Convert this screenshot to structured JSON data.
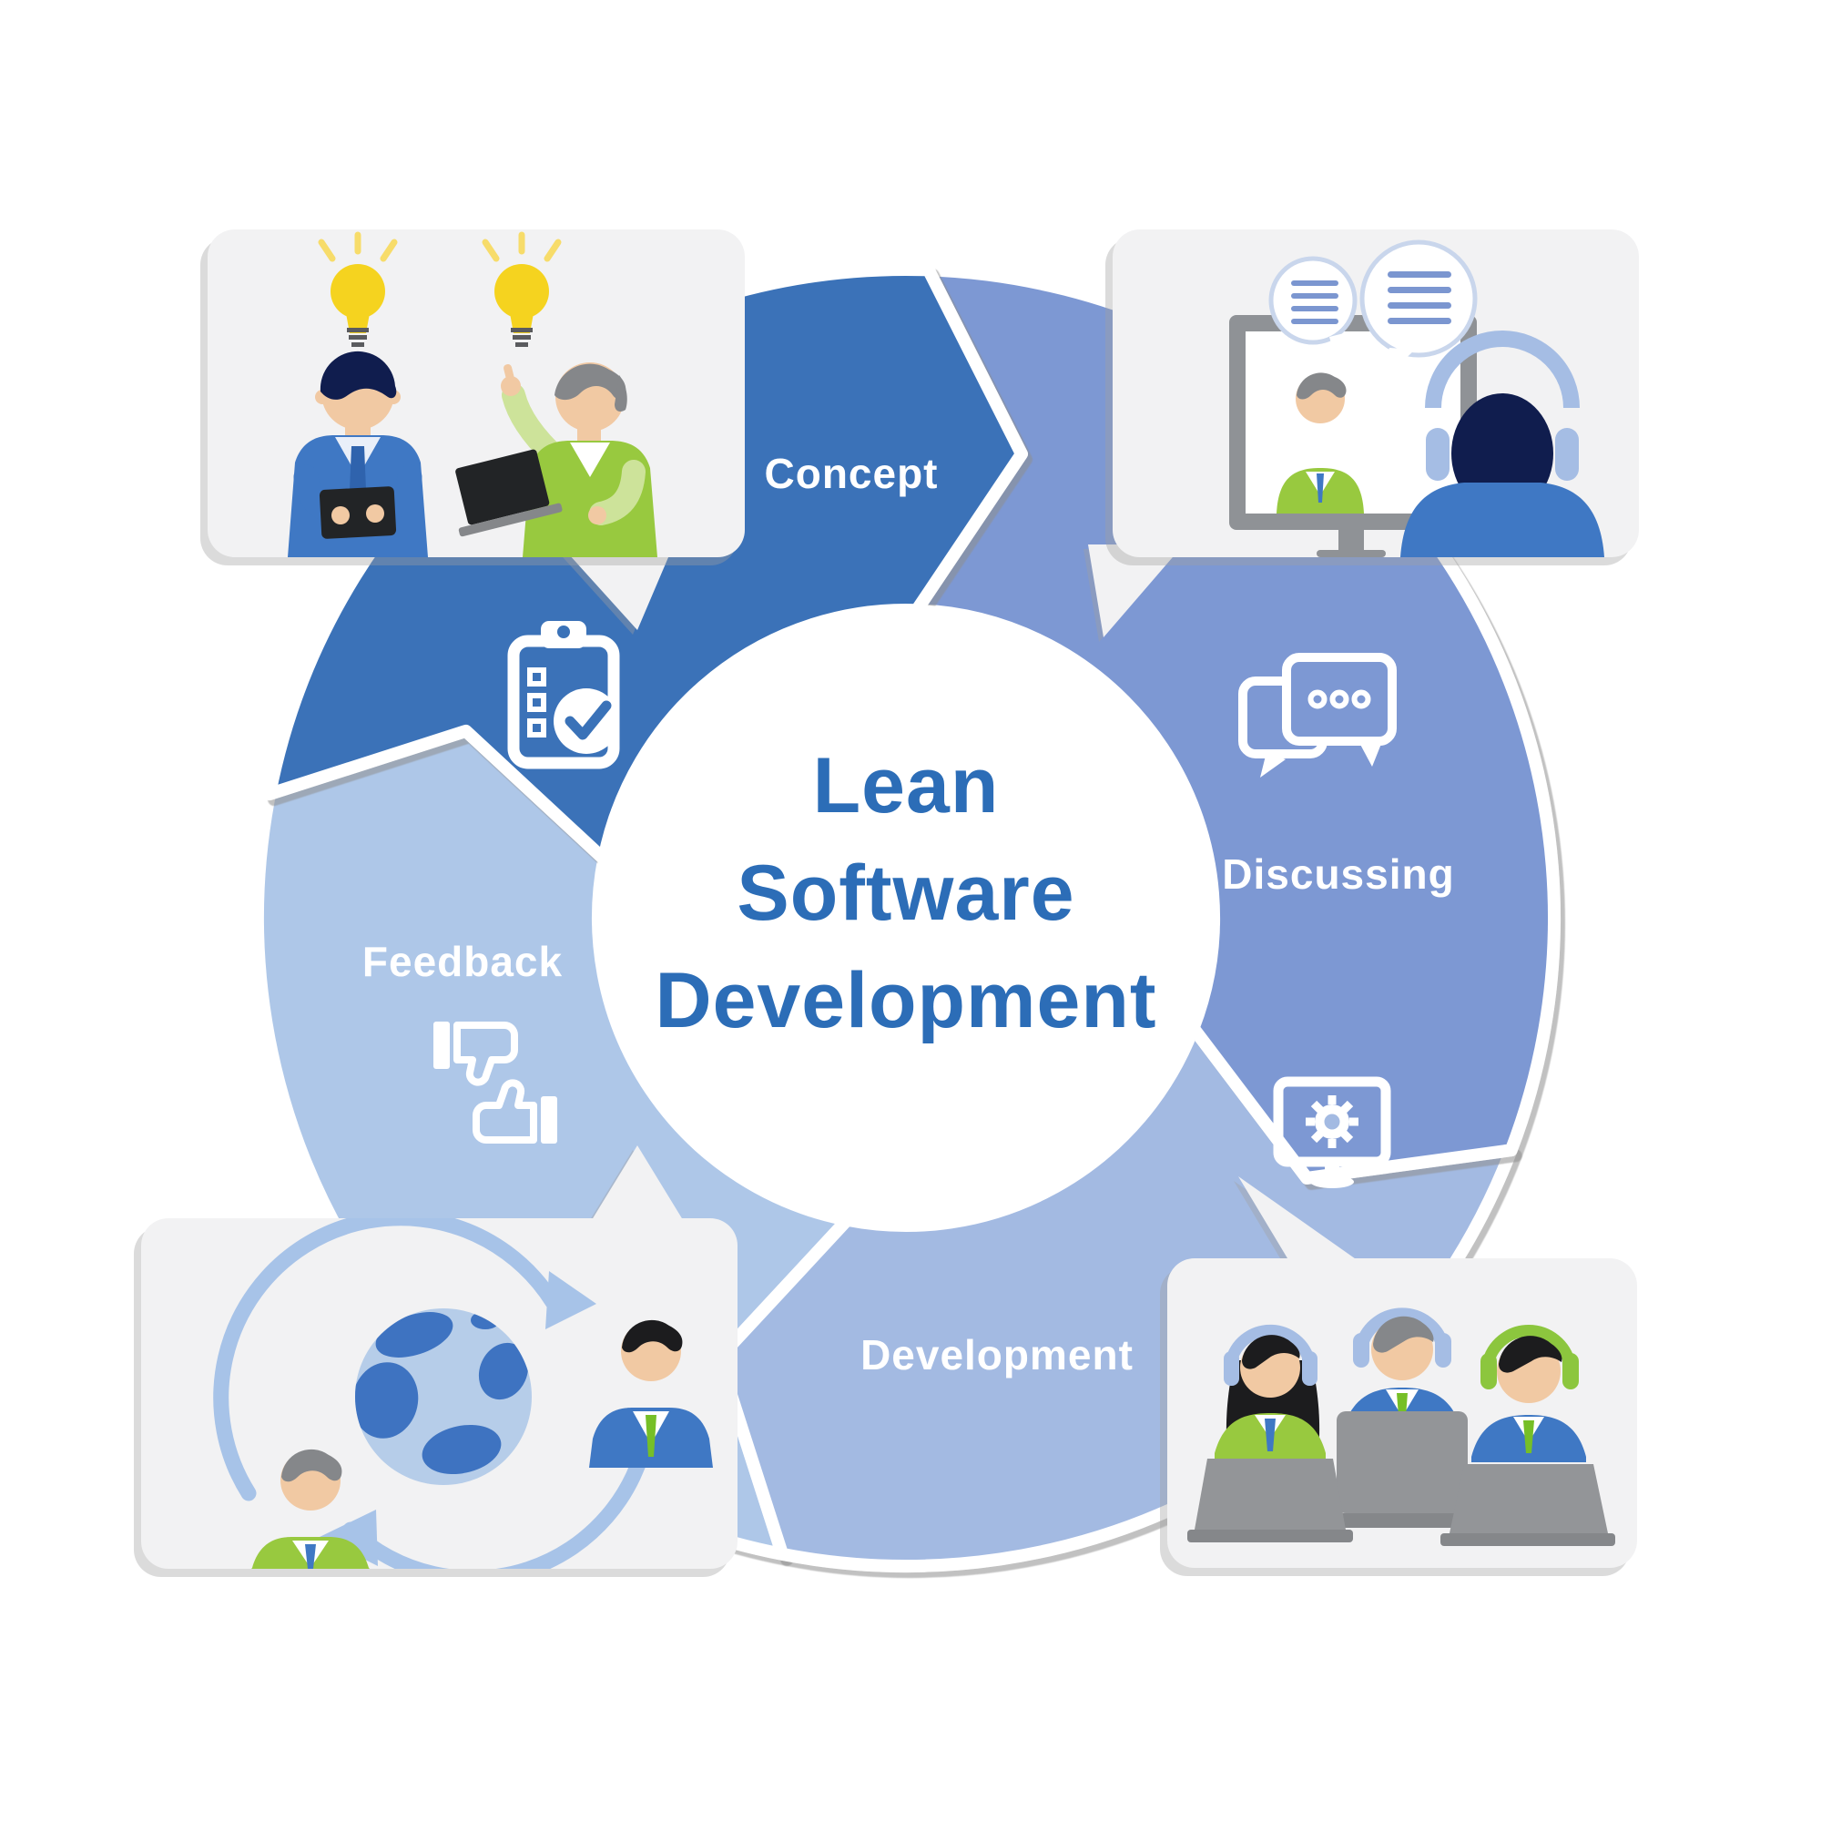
{
  "center": {
    "title_lines": [
      "Lean",
      "Software",
      "Development"
    ]
  },
  "ring": {
    "segments": [
      {
        "id": "concept",
        "label": "Concept",
        "color": "#3a72b8",
        "icon": "clipboard-checklist-icon"
      },
      {
        "id": "discussing",
        "label": "Discussing",
        "color": "#7d98d3",
        "icon": "chat-bubbles-icon"
      },
      {
        "id": "development",
        "label": "Development",
        "color": "#a3bae2",
        "icon": "monitor-gear-icon"
      },
      {
        "id": "feedback",
        "label": "Feedback",
        "color": "#aec7e8",
        "icon": "thumbs-up-down-icon"
      }
    ]
  },
  "cards": [
    {
      "id": "concept-card",
      "illustration": "two-colleagues-with-idea-bulbs"
    },
    {
      "id": "discussing-card",
      "illustration": "video-call-conversation"
    },
    {
      "id": "feedback-card",
      "illustration": "global-user-exchange"
    },
    {
      "id": "development-card",
      "illustration": "support-team-on-laptops"
    }
  ],
  "palette": {
    "card_bg": "#f2f2f3",
    "label_white": "#ffffff",
    "title_blue": "#2c6db7",
    "skin": "#f1c9a3",
    "navy_hair": "#101d4e",
    "black_hair": "#1c1c1e",
    "gray_hair": "#85878a",
    "suit_blue": "#3f78c4",
    "suit_dark": "#2f63ad",
    "shirt_light": "#e9eff9",
    "green": "#98c93f",
    "green_dark": "#76bf27",
    "green_light": "#cde39a",
    "bulb_yellow": "#f5d31f",
    "bulb_ray": "#f7dc6a",
    "bulb_base": "#5a5b5e",
    "device_dark": "#222426",
    "laptop_gray": "#939598",
    "laptop_dark": "#85878a",
    "headphone_blue": "#a5bde4",
    "headphone_green": "#8cc63e",
    "monitor_gray": "#8f9296",
    "globe_water": "#b6cde9",
    "globe_land": "#3e73c1",
    "arrow_blue": "#a7c3e8",
    "bubble_stroke": "#c9d6ec",
    "bubble_line": "#7b96d0"
  }
}
